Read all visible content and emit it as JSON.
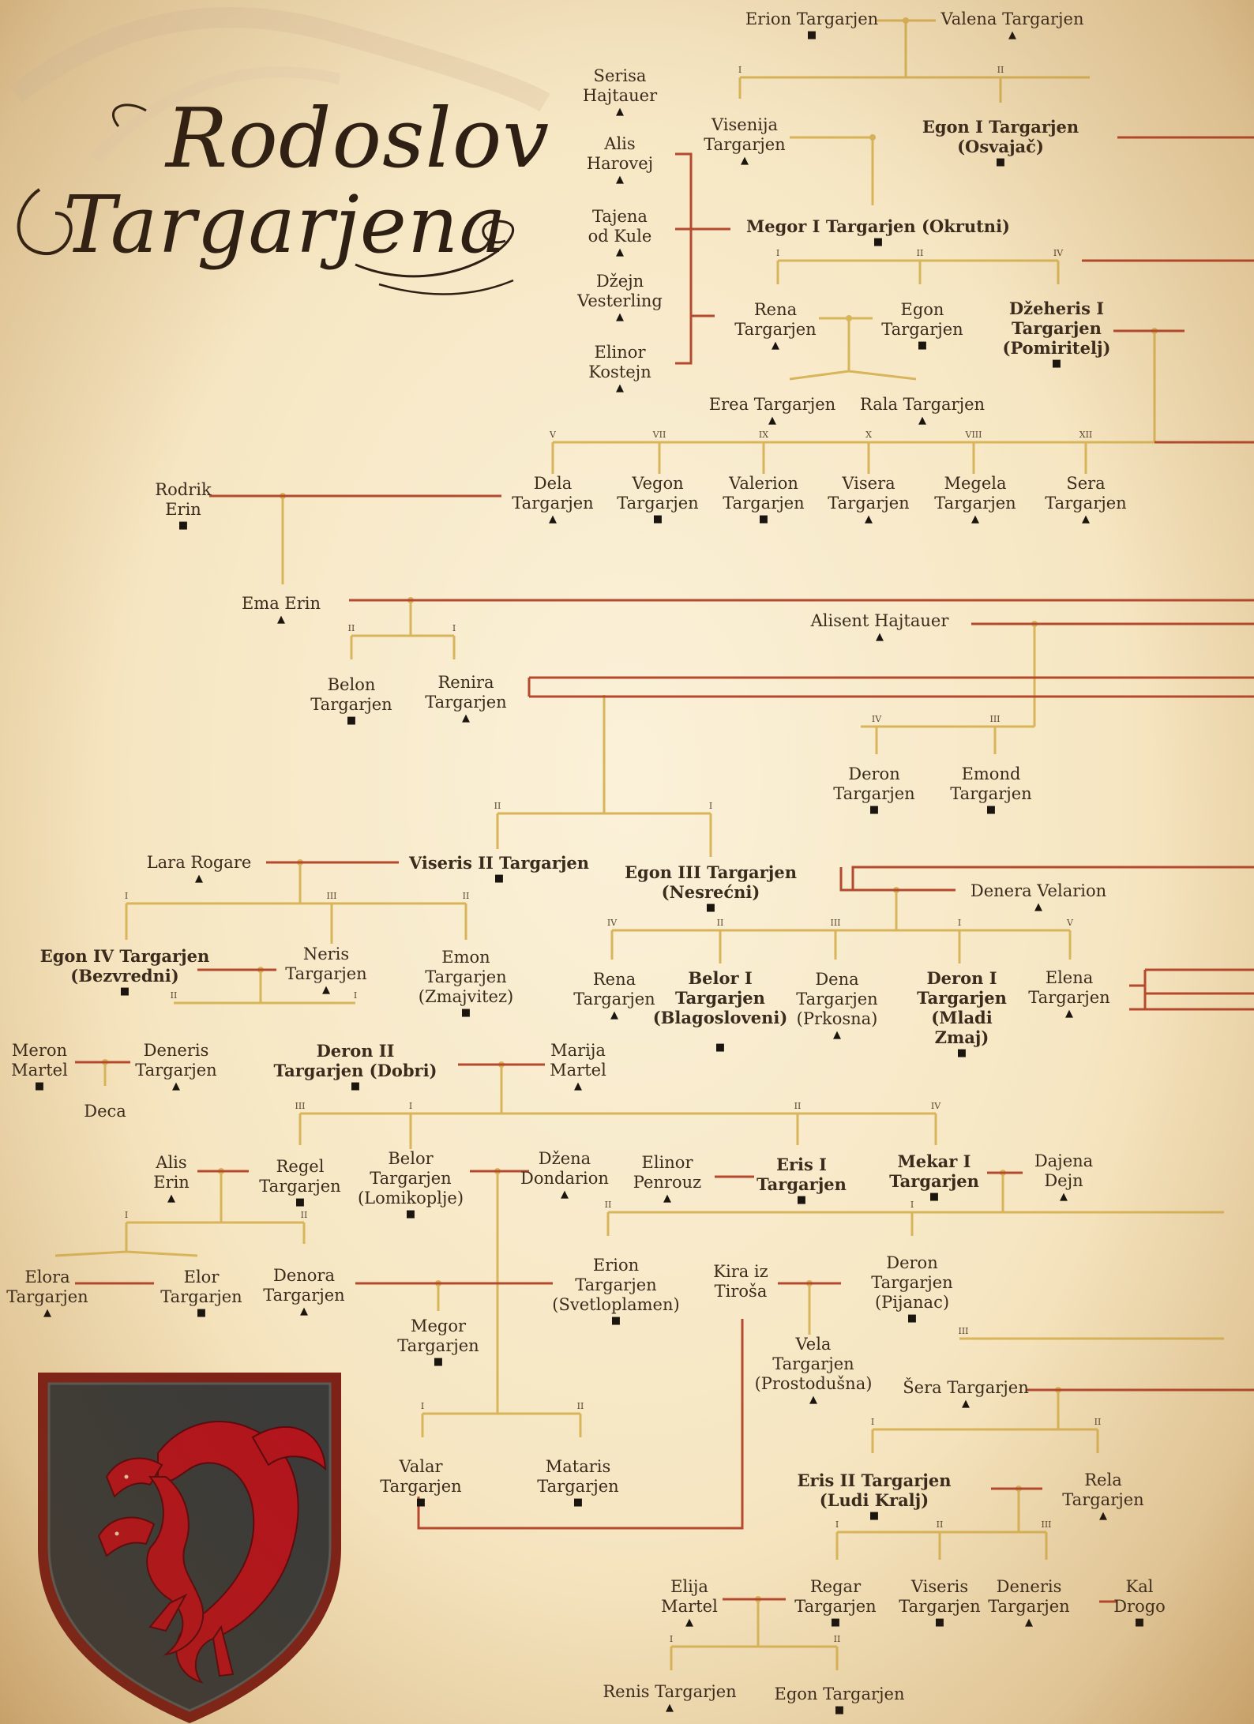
{
  "title": {
    "line1": "Rodoslov",
    "line2": "Targarjena"
  },
  "colors": {
    "gold_line": "#d8b45a",
    "red_line": "#b4492e",
    "ink": "#3b2b1d",
    "shield_fill": "#3a3a38",
    "shield_border": "#8a2a1e",
    "dragon": "#b3151d"
  },
  "symbols": {
    "male": "■",
    "female": "▲"
  },
  "numerals": [
    "I",
    "II",
    "III",
    "IV",
    "V",
    "VII",
    "IX",
    "X",
    "VIII",
    "XII"
  ],
  "people": {
    "erion": "Erion Targarjen",
    "valena": "Valena Targarjen",
    "serisa": "Serisa\nHajtauer",
    "alis_h": "Alis\nHarovej",
    "tajena": "Tajena\nod Kule",
    "dzejn_v": "Džejn\nVesterling",
    "elinor_k": "Elinor\nKostejn",
    "visenija": "Visenija\nTargarjen",
    "egon1": "Egon I Targarjen\n(Osvajač)",
    "megor1": "Megor I Targarjen (Okrutni)",
    "rena1": "Rena\nTargarjen",
    "egon_t": "Egon\nTargarjen",
    "dzeheris": "Džeheris I\nTargarjen\n(Pomiritelj)",
    "erea": "Erea Targarjen",
    "rala": "Rala Targarjen",
    "dela": "Dela\nTargarjen",
    "vegon": "Vegon\nTargarjen",
    "valerion": "Valerion\nTargarjen",
    "visera": "Visera\nTargarjen",
    "megela": "Megela\nTargarjen",
    "sera": "Sera\nTargarjen",
    "rodrik": "Rodrik\nErin",
    "ema": "Ema Erin",
    "alisent": "Alisent Hajtauer",
    "belon": "Belon\nTargarjen",
    "renira": "Renira\nTargarjen",
    "deron_t": "Deron\nTargarjen",
    "emond": "Emond\nTargarjen",
    "lara": "Lara Rogare",
    "viseris2": "Viseris II Targarjen",
    "egon3": "Egon III Targarjen\n(Nesrećni)",
    "denera": "Denera Velarion",
    "egon4": "Egon IV Targarjen\n(Bezvredni)",
    "neris": "Neris\nTargarjen",
    "emon": "Emon\nTargarjen\n(Zmajvitez)",
    "rena2": "Rena\nTargarjen",
    "belor1": "Belor I\nTargarjen\n(Blagosloveni)",
    "dena": "Dena\nTargarjen\n(Prkosna)",
    "deron1": "Deron I\nTargarjen\n(Mladi\nZmaj)",
    "elena": "Elena\nTargarjen",
    "meron": "Meron\nMartel",
    "deneris1": "Deneris\nTargarjen",
    "deron2": "Deron II\nTargarjen (Dobri)",
    "marija": "Marija\nMartel",
    "deca": "Deca",
    "alis_e": "Alis\nErin",
    "regel": "Regel\nTargarjen",
    "belor_l": "Belor\nTargarjen\n(Lomikoplje)",
    "dzena": "Džena\nDondarion",
    "elinor_p": "Elinor\nPenrouz",
    "eris1": "Eris I\nTargarjen",
    "mekar": "Mekar I\nTargarjen",
    "dajena": "Dajena\nDejn",
    "elora": "Elora\nTargarjen",
    "elor": "Elor\nTargarjen",
    "denora": "Denora\nTargarjen",
    "erion_s": "Erion\nTargarjen\n(Svetloplamen)",
    "kira": "Kira iz\nTiroša",
    "deron_p": "Deron\nTargarjen\n(Pijanac)",
    "megor_t": "Megor\nTargarjen",
    "vela": "Vela\nTargarjen\n(Prostodušna)",
    "sera_t": "Šera Targarjen",
    "valar": "Valar\nTargarjen",
    "mataris": "Mataris\nTargarjen",
    "eris2": "Eris II Targarjen\n(Ludi Kralj)",
    "rela": "Rela\nTargarjen",
    "elija": "Elija\nMartel",
    "regar": "Regar\nTargarjen",
    "viseris_t": "Viseris\nTargarjen",
    "deneris2": "Deneris\nTargarjen",
    "kal": "Kal\nDrogo",
    "renis": "Renis Targarjen",
    "egon_last": "Egon Targarjen"
  }
}
